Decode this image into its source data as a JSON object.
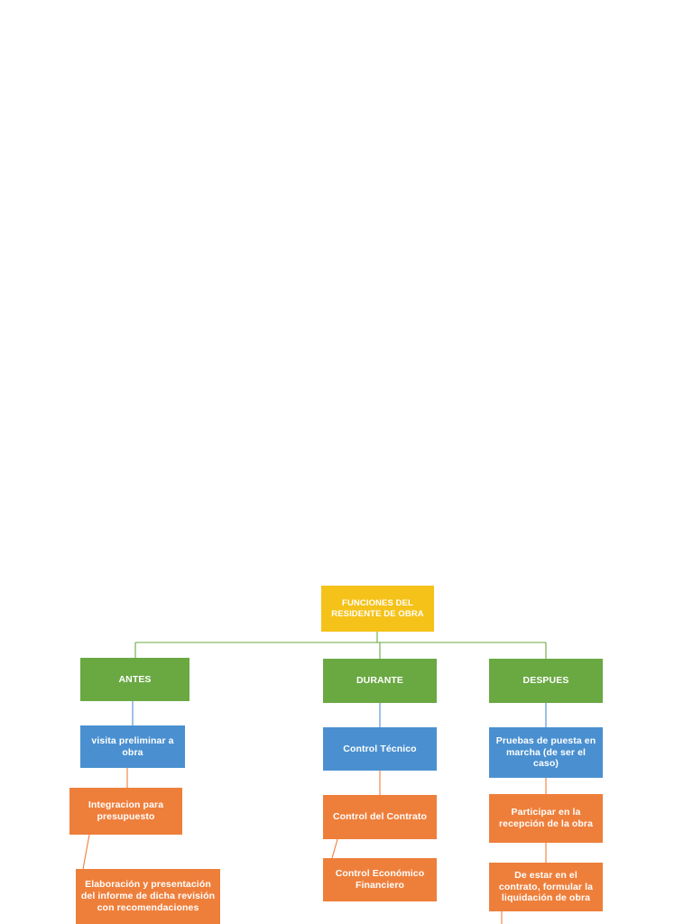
{
  "diagram": {
    "title": "FUNCIONES DEL RESIDENTE DE OBRA",
    "colors": {
      "root": "#f5c219",
      "branch": "#6aa942",
      "blue": "#4a90d0",
      "orange": "#ee7f3b",
      "connector_green": "#6aa942",
      "connector_blue": "#4a90d0",
      "connector_orange": "#ee7f3b"
    },
    "root_node": {
      "label": "FUNCIONES DEL RESIDENTE DE OBRA"
    },
    "branches": [
      {
        "label": "ANTES",
        "children": [
          {
            "label": "visita preliminar a obra",
            "type": "blue"
          },
          {
            "label": "Integracion para presupuesto",
            "type": "orange"
          },
          {
            "label": "Elaboración y presentación del informe de dicha revisión con recomendaciones",
            "type": "orange"
          }
        ]
      },
      {
        "label": "DURANTE",
        "children": [
          {
            "label": "Control Técnico",
            "type": "blue"
          },
          {
            "label": "Control del Contrato",
            "type": "orange"
          },
          {
            "label": "Control Económico Financiero",
            "type": "orange"
          }
        ]
      },
      {
        "label": "DESPUES",
        "children": [
          {
            "label": "Pruebas de puesta en marcha (de ser el caso)",
            "type": "blue"
          },
          {
            "label": "Participar en la recepción de la obra",
            "type": "orange"
          },
          {
            "label": "De estar en el contrato, formular la liquidación de obra",
            "type": "orange"
          }
        ]
      }
    ]
  }
}
